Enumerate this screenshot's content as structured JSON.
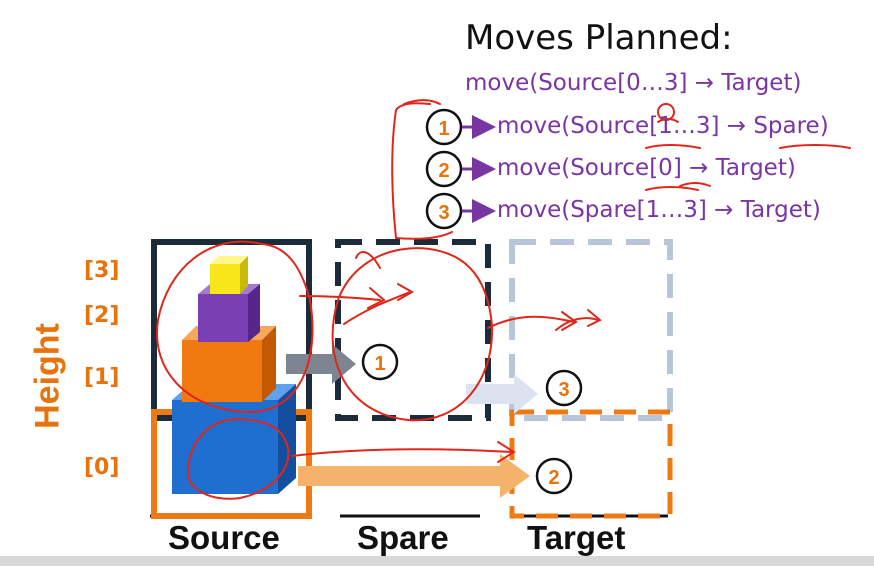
{
  "title": "Moves Planned:",
  "moves": [
    "move(Source[0…3] → Target)",
    "move(Source[1…3] → Spare)",
    "move(Source[0] → Target)",
    "move(Spare[1…3] → Target)"
  ],
  "step_numbers": [
    "1",
    "2",
    "3"
  ],
  "axis": {
    "label": "Height",
    "indices": [
      "[3]",
      "[2]",
      "[1]",
      "[0]"
    ]
  },
  "columns": [
    "Source",
    "Spare",
    "Target"
  ],
  "colors": {
    "accent_orange": "#e8720c",
    "move_purple": "#7a35a4",
    "annotation_red": "#e0261a",
    "disk_blue": "#1f6fd0",
    "disk_orange": "#f07a10",
    "disk_purple": "#7b3fb4",
    "disk_yellow": "#f6e61a",
    "spare_border": "#1c2b3a",
    "target_border": "#b8c6db"
  }
}
